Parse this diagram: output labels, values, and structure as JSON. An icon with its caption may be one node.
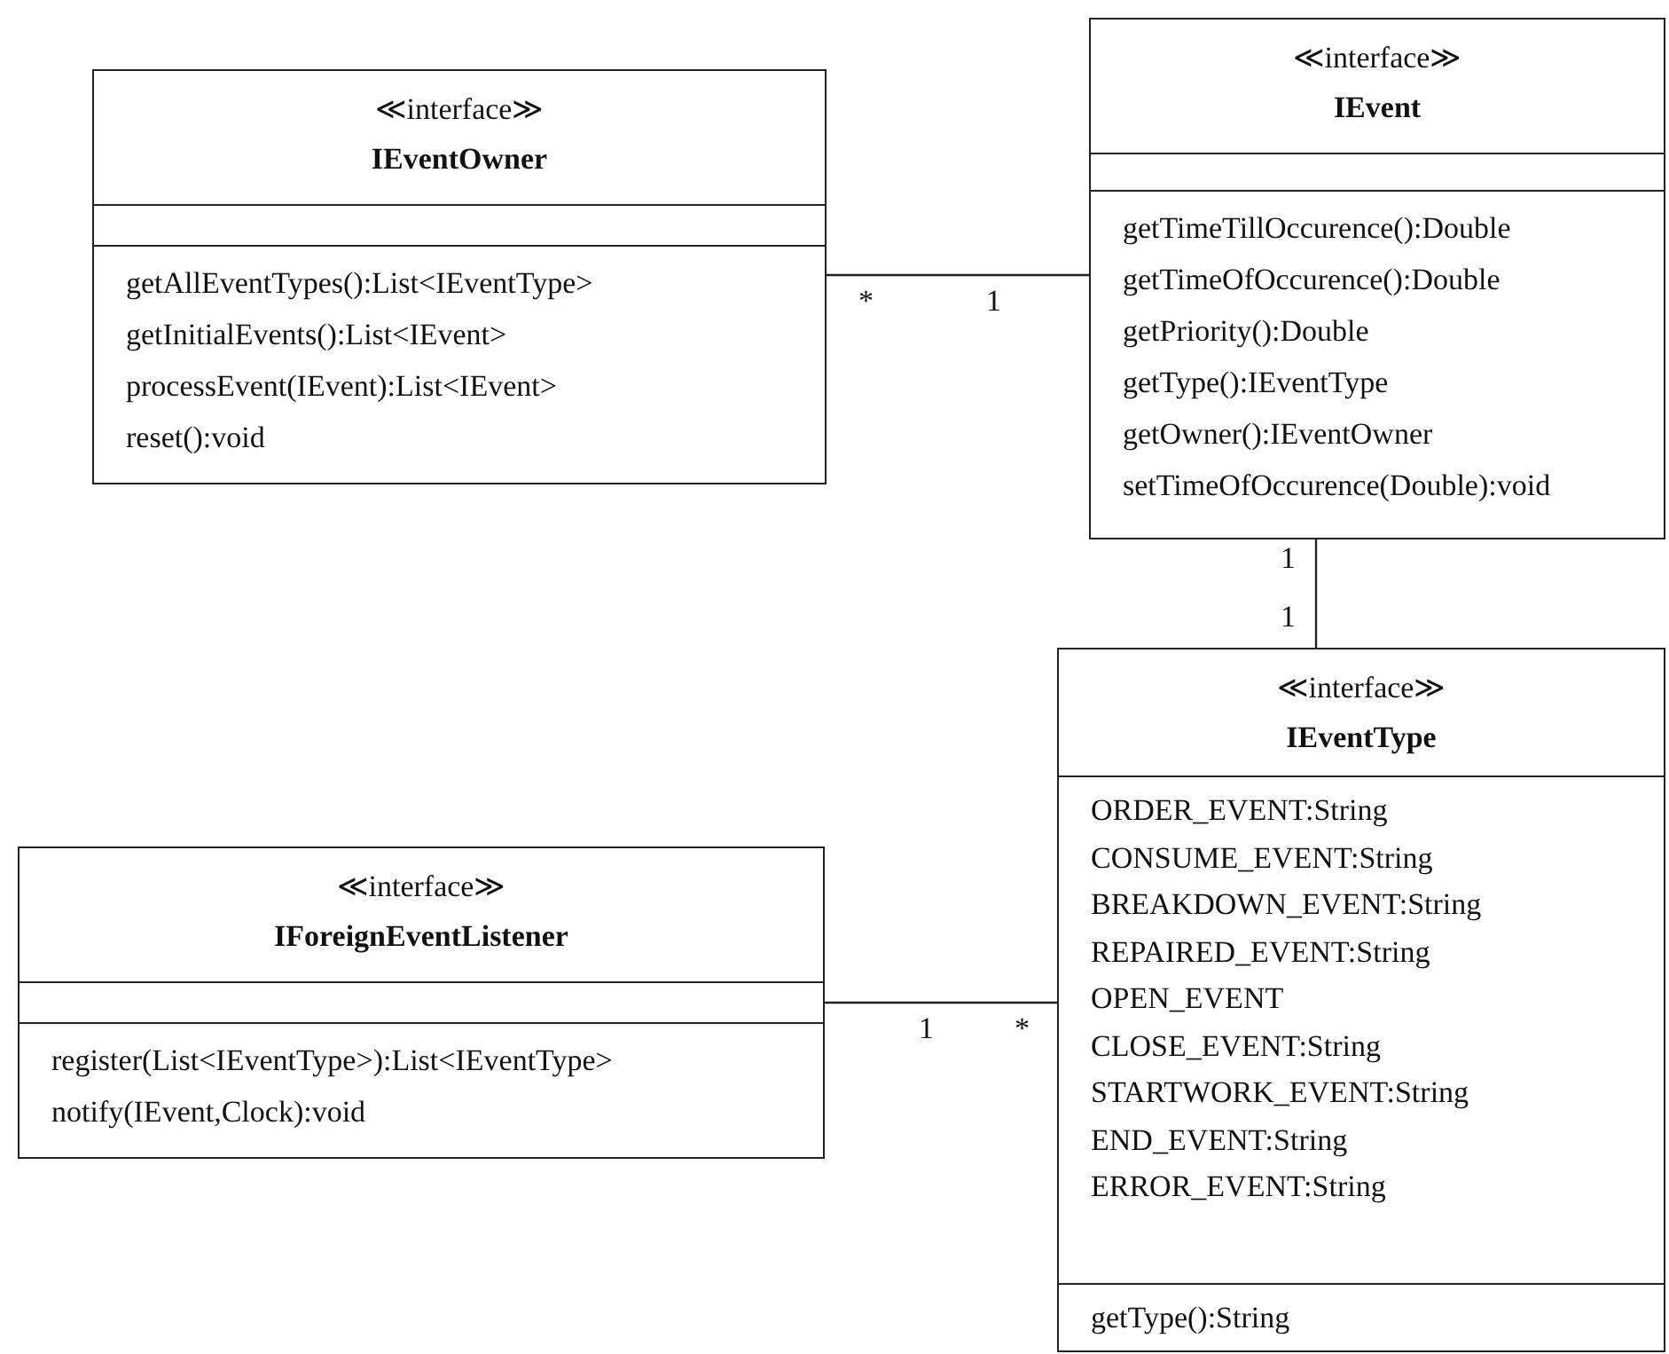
{
  "diagram": {
    "nodes": [
      {
        "text": [
          "≪interface≫",
          "IEventOwner",
          "getAllEventTypes():List<IEventType>",
          "getInitialEvents():List<IEvent>",
          "processEvent(IEvent):List<IEvent>",
          "reset():void"
        ]
      },
      {
        "text": [
          "≪interface≫",
          "IEvent",
          "getTimeTillOccurence():Double",
          "getTimeOfOccurence():Double",
          "getPriority():Double",
          "getType():IEventType",
          "getOwner():IEventOwner",
          "setTimeOfOccurence(Double):void"
        ]
      },
      {
        "text": [
          "≪interface≫",
          "IEventType",
          "ORDER_EVENT:String",
          "CONSUME_EVENT:String",
          "BREAKDOWN_EVENT:String",
          "REPAIRED_EVENT:String",
          "OPEN_EVENT",
          "CLOSE_EVENT:String",
          "STARTWORK_EVENT:String",
          "END_EVENT:String",
          "ERROR_EVENT:String",
          "getType():String"
        ]
      },
      {
        "text": [
          "≪interface≫",
          "IForeignEventListener",
          "register(List<IEventType>):List<IEventType>",
          "notify(IEvent,Clock):void"
        ]
      }
    ],
    "edges": [
      {
        "from": 0,
        "to": 1,
        "arrow": "none"
      },
      {
        "from": 1,
        "to": 2,
        "arrow": "none"
      },
      {
        "from": 3,
        "to": 2,
        "arrow": "none"
      }
    ],
    "labels": [
      "*",
      "1",
      "1",
      "1",
      "1",
      "*"
    ]
  }
}
